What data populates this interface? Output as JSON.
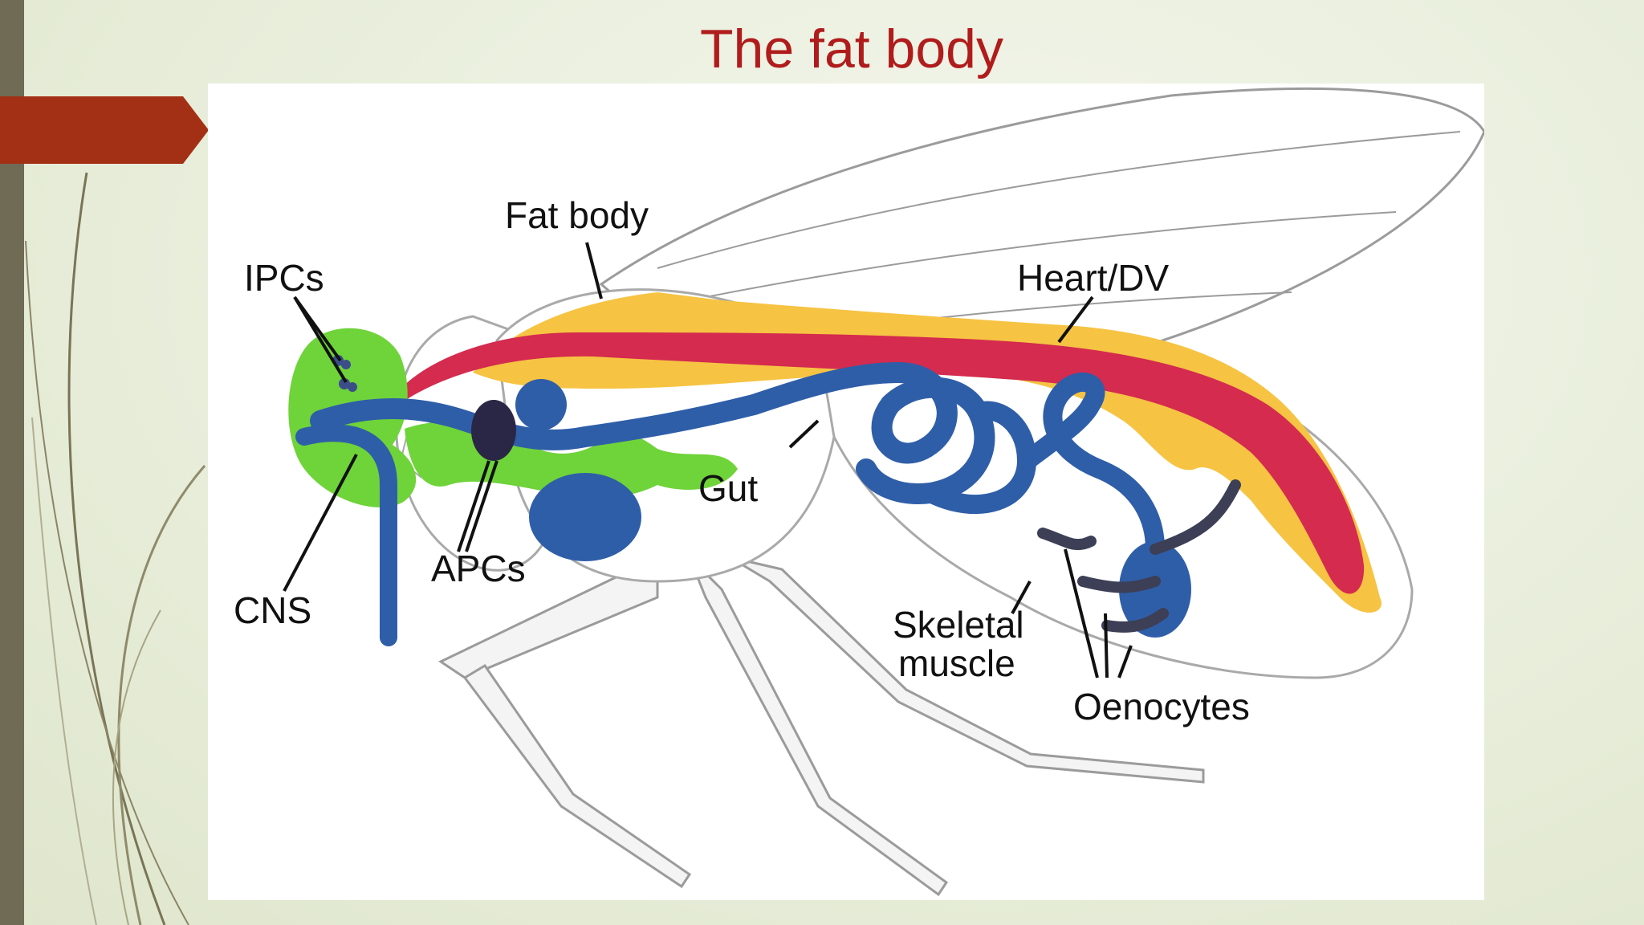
{
  "slide": {
    "title": "The fat body",
    "accent_color": "#b01c1c",
    "marker_color": "#a33015"
  },
  "diagram": {
    "labels": {
      "fat_body": "Fat body",
      "ipcs": "IPCs",
      "heart": "Heart/DV",
      "gut": "Gut",
      "apcs": "APCs",
      "cns": "CNS",
      "skeletal_line1": "Skeletal",
      "skeletal_line2": "muscle",
      "oenocytes": "Oenocytes"
    },
    "colors": {
      "fat_body": "#f6c343",
      "heart": "#d42b4f",
      "gut": "#2f5ea8",
      "cns": "#6fd33a",
      "oenocytes": "#3c3f55",
      "outline": "#a9a9a9"
    }
  }
}
